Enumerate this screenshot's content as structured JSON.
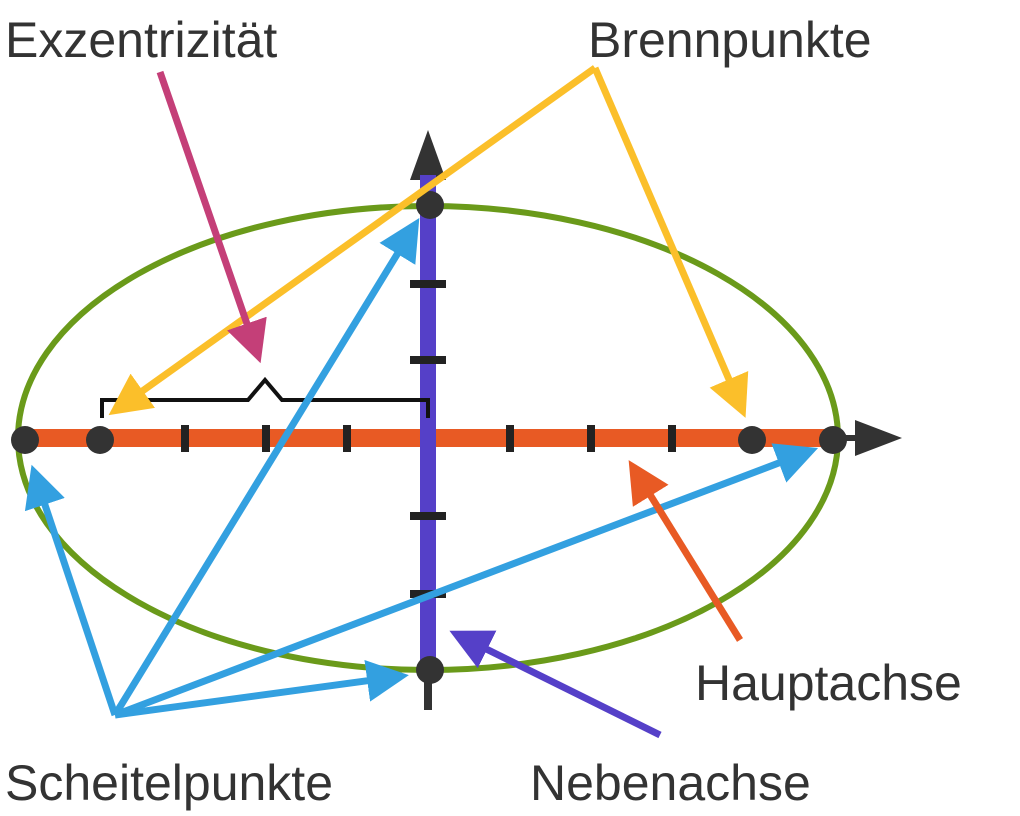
{
  "labels": {
    "eccentricity": "Exzentrizität",
    "foci": "Brennpunkte",
    "major_axis": "Hauptachse",
    "vertices": "Scheitelpunkte",
    "minor_axis": "Nebenachse"
  },
  "colors": {
    "ellipse": "#6a9a1a",
    "major_axis": "#e85a24",
    "minor_axis": "#5540c8",
    "foci_arrows": "#fbbf2a",
    "eccentricity_arrow": "#c43f78",
    "vertex_arrows": "#33a0e0",
    "points": "#333333"
  }
}
